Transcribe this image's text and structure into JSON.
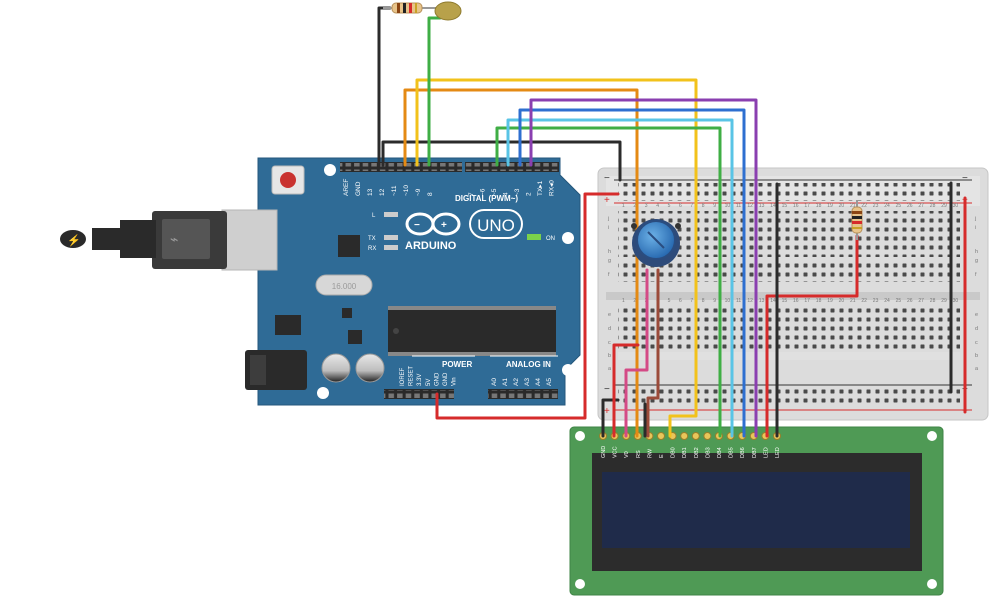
{
  "arduino": {
    "brand": "ARDUINO",
    "model": "UNO",
    "digital_header": "DIGITAL (PWM~)",
    "digital_pins": [
      "AREF",
      "GND",
      "13",
      "12",
      "~11",
      "~10",
      "~9",
      "8",
      "7",
      "~6",
      "~5",
      "4",
      "~3",
      "2",
      "TX▸1",
      "RX◂0"
    ],
    "led_labels": {
      "l": "L",
      "tx": "TX",
      "rx": "RX",
      "on": "ON"
    },
    "power_header": "POWER",
    "power_pins": [
      "IOREF",
      "RESET",
      "3.3V",
      "5V",
      "GND",
      "GND",
      "Vin"
    ],
    "analog_header": "ANALOG IN",
    "analog_pins": [
      "A0",
      "A1",
      "A2",
      "A3",
      "A4",
      "A5"
    ],
    "crystal_label": "16.000"
  },
  "breadboard": {
    "row_letters_top": [
      "j",
      "i",
      "h",
      "g",
      "f"
    ],
    "row_letters_bottom": [
      "e",
      "d",
      "c",
      "b",
      "a"
    ],
    "rail_minus": "−",
    "rail_plus": "+"
  },
  "lcd": {
    "pin_labels": [
      "GND",
      "VCC",
      "V0",
      "RS",
      "RW",
      "E",
      "DB0",
      "DB1",
      "DB2",
      "DB3",
      "DB4",
      "DB5",
      "DB6",
      "DB7",
      "LED",
      "LED"
    ]
  },
  "colors": {
    "board_blue": "#2f6b96",
    "lcd_green": "#4f9a55",
    "lcd_screen": "#1f2b4a",
    "wire_black": "#2b2b2b",
    "wire_red": "#d62b2b",
    "wire_orange": "#e48a14",
    "wire_yellow": "#f2c21b",
    "wire_green": "#3fae45",
    "wire_lightblue": "#59c4e6",
    "wire_blue": "#2e6fd0",
    "wire_purple": "#8a3fb0",
    "wire_brown": "#9b4b3a",
    "wire_pink": "#d44a86"
  }
}
